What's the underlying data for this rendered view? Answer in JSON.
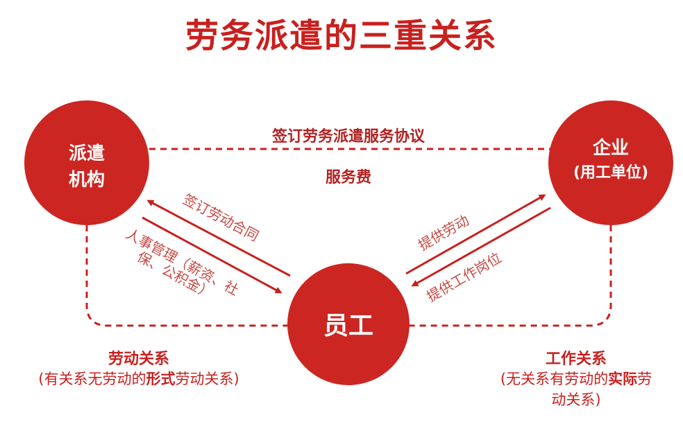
{
  "title": "劳务派遣的三重关系",
  "nodes": {
    "agency": [
      "派遣",
      "机构"
    ],
    "enterprise": [
      "企业",
      "(用工单位)"
    ],
    "employee": "员工"
  },
  "edges": {
    "top_label": "签订劳务派遣服务协议",
    "fee_label": "服务费",
    "left_upper": "签订劳动合同",
    "left_lower_line1": "人事管理（薪资、社",
    "left_lower_line2": "保、公积金）",
    "right_upper": "提供劳动",
    "right_lower": "提供工作岗位"
  },
  "labor_relation": {
    "title": "劳动关系",
    "desc_pre": "(有关系无劳动的",
    "desc_bold": "形式",
    "desc_post": "劳动关系)"
  },
  "work_relation": {
    "title": "工作关系",
    "desc_pre": "(无关系有劳动的",
    "desc_bold": "实际",
    "desc_post_line1": "劳",
    "desc_post_line2": "动关系)"
  },
  "colors": {
    "primary_red": "#c8201e",
    "node_fill": "#cc2622",
    "dash_red": "#c8201e"
  }
}
